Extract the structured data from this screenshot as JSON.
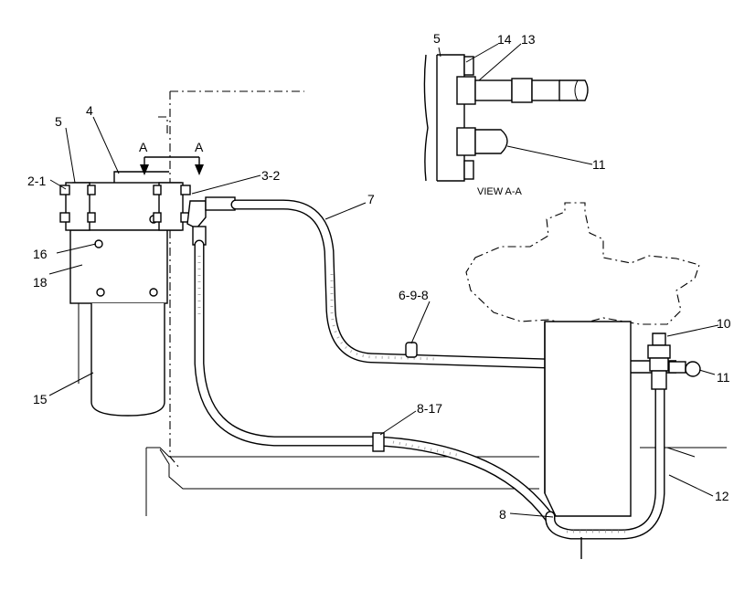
{
  "callouts": [
    {
      "id": "c1",
      "text": "5"
    },
    {
      "id": "c2",
      "text": "4"
    },
    {
      "id": "c3",
      "text": "A"
    },
    {
      "id": "c4",
      "text": "A"
    },
    {
      "id": "c5",
      "text": "2-1"
    },
    {
      "id": "c6",
      "text": "3-2"
    },
    {
      "id": "c7",
      "text": "7"
    },
    {
      "id": "c8",
      "text": "16"
    },
    {
      "id": "c9",
      "text": "18"
    },
    {
      "id": "c10",
      "text": "6-9-8"
    },
    {
      "id": "c11",
      "text": "10"
    },
    {
      "id": "c12",
      "text": "11"
    },
    {
      "id": "c13",
      "text": "15"
    },
    {
      "id": "c14",
      "text": "8-17"
    },
    {
      "id": "c15",
      "text": "12"
    },
    {
      "id": "c16",
      "text": "8"
    },
    {
      "id": "c17",
      "text": "5"
    },
    {
      "id": "c18",
      "text": "14"
    },
    {
      "id": "c19",
      "text": "13"
    },
    {
      "id": "c20",
      "text": "11"
    }
  ],
  "view_label": "VIEW A-A"
}
